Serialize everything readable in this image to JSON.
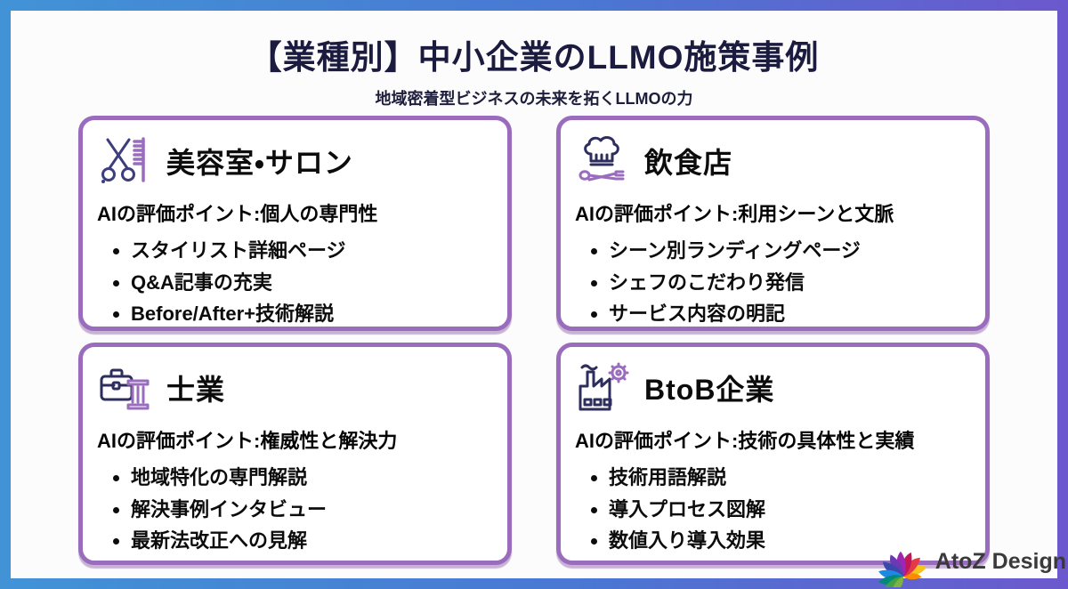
{
  "header": {
    "title": "【業種別】中小企業のLLMO施策事例",
    "subtitle": "地域密着型ビジネスの未来を拓くLLMOの力"
  },
  "cards": [
    {
      "icon": "scissors-comb-icon",
      "title": "美容室・サロン",
      "eval_label": "AIの評価ポイント:個人の専門性",
      "bullets": [
        "スタイリスト詳細ページ",
        "Q&A記事の充実",
        "Before/After+技術解説"
      ]
    },
    {
      "icon": "chef-hat-cutlery-icon",
      "title": "飲食店",
      "eval_label": "AIの評価ポイント:利用シーンと文脈",
      "bullets": [
        "シーン別ランディングページ",
        "シェフのこだわり発信",
        "サービス内容の明記"
      ]
    },
    {
      "icon": "briefcase-column-icon",
      "title": "士業",
      "eval_label": "AIの評価ポイント:権威性と解決力",
      "bullets": [
        "地域特化の専門解説",
        "解決事例インタビュー",
        "最新法改正への見解"
      ]
    },
    {
      "icon": "factory-gear-icon",
      "title": "BtoB企業",
      "eval_label": "AIの評価ポイント:技術の具体性と実績",
      "bullets": [
        "技術用語解説",
        "導入プロセス図解",
        "数値入り導入効果"
      ]
    }
  ],
  "footer": {
    "brand": "AtoZ Design"
  },
  "colors": {
    "frame_gradient_left": "#4193d6",
    "frame_gradient_right": "#6c58ce",
    "card_border": "#9a6cbe",
    "title_text": "#1b1b3f",
    "body_text": "#0c0c0c",
    "icon_navy": "#3e3e7e",
    "icon_purple": "#9a6cbe"
  }
}
